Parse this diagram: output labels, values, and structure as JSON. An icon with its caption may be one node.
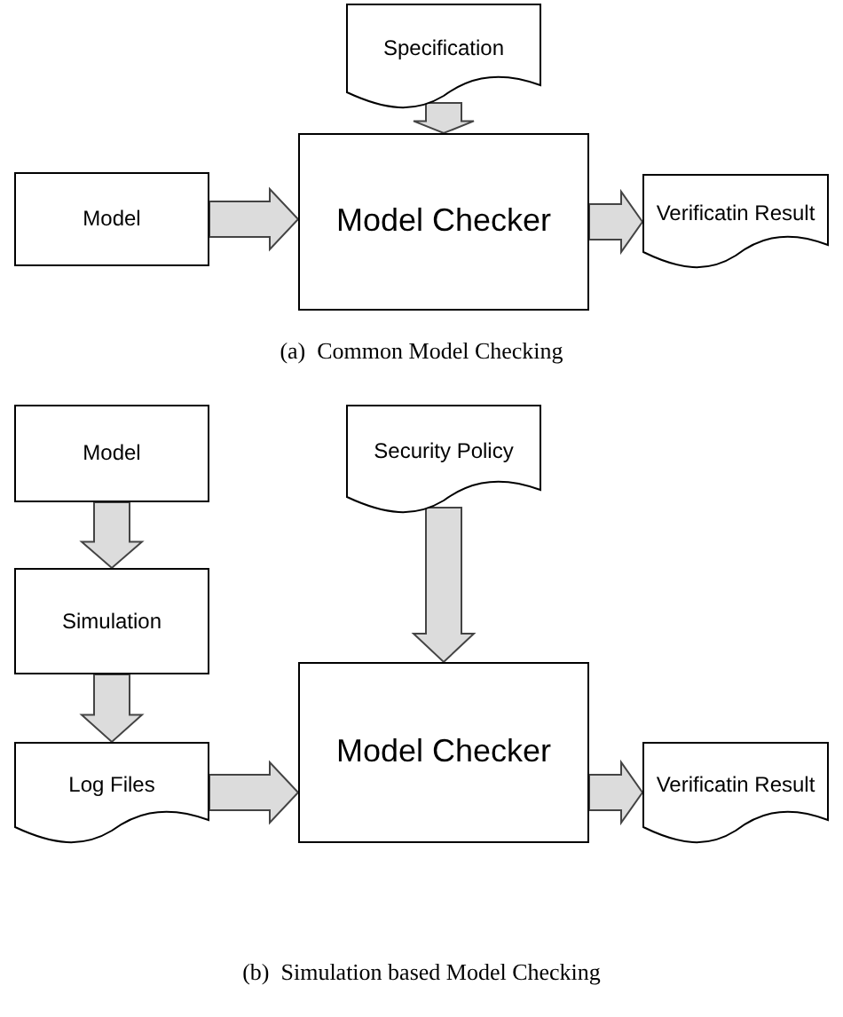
{
  "diagram": {
    "nodes": [
      {
        "text": [
          "Specification"
        ]
      },
      {
        "text": [
          "Model"
        ]
      },
      {
        "text": [
          "Model Checker"
        ]
      },
      {
        "text": [
          "Verificatin Result"
        ]
      },
      {
        "text": [
          "Model"
        ]
      },
      {
        "text": [
          "Simulation"
        ]
      },
      {
        "text": [
          "Log Files"
        ]
      },
      {
        "text": [
          "Security Policy"
        ]
      },
      {
        "text": [
          "Model Checker"
        ]
      },
      {
        "text": [
          "Verificatin Result"
        ]
      }
    ],
    "edges": [
      {
        "from": 0,
        "to": 2,
        "arrow": "to"
      },
      {
        "from": 1,
        "to": 2,
        "arrow": "to"
      },
      {
        "from": 2,
        "to": 3,
        "arrow": "to"
      },
      {
        "from": 4,
        "to": 5,
        "arrow": "to"
      },
      {
        "from": 5,
        "to": 6,
        "arrow": "to"
      },
      {
        "from": 6,
        "to": 8,
        "arrow": "to"
      },
      {
        "from": 7,
        "to": 8,
        "arrow": "to"
      },
      {
        "from": 8,
        "to": 9,
        "arrow": "to"
      }
    ],
    "labels": [
      "(a)  Common Model Checking",
      "(b)  Simulation based Model Checking"
    ]
  }
}
